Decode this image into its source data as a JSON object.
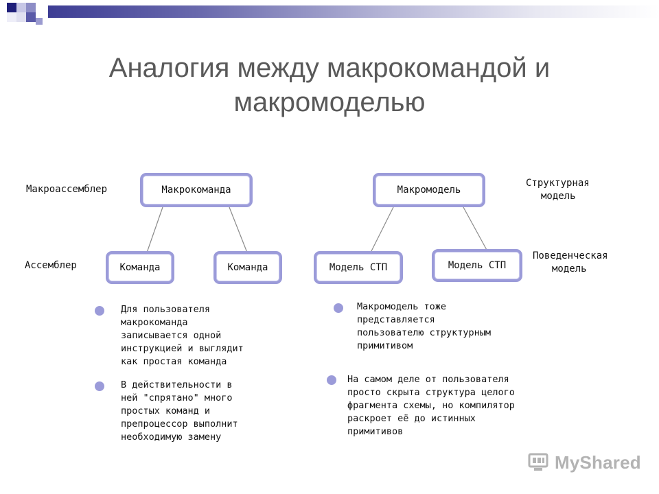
{
  "title": {
    "line1": "Аналогия между макрокомандой и",
    "line2": "макромоделью"
  },
  "diagram": {
    "left_top_label": "Макроассемблер",
    "left_bottom_label": "Ассемблер",
    "right_top_label": [
      "Структурная",
      "модель"
    ],
    "right_bottom_label": [
      "Поведенческая",
      "модель"
    ],
    "nodes": {
      "macro_command": "Макрокоманда",
      "command_1": "Команда",
      "command_2": "Команда",
      "macro_model": "Макромодель",
      "model_stp_1": "Модель СТП",
      "model_stp_2": "Модель СТП"
    }
  },
  "notes": {
    "left_1": "Для пользователя\nмакрокоманда\nзаписывается одной\nинструкцией и выглядит\nкак простая команда",
    "left_2": "В действительности в\nней \"спрятано\" много\nпростых команд и\nпрепроцессор выполнит\nнеобходимую замену",
    "right_1": "Макромодель тоже\nпредставляется\nпользователю структурным\nпримитивом",
    "right_2": "На самом деле от пользователя\nпросто скрыта структура целого\nфрагмента схемы, но компилятор\nраскроет её до истинных\nпримитивов"
  },
  "watermark": {
    "text": "MyShared",
    "icon": "mycourse-icon"
  },
  "colors": {
    "node_border": "#9b9bd9",
    "bullet": "#9b9bd9",
    "title": "#595959",
    "band_dark": "#3d3d94"
  }
}
